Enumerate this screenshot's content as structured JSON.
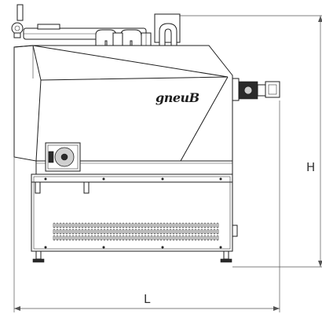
{
  "brand_logo": "gneuB",
  "dimensions": {
    "length_label": "L",
    "height_label": "H"
  }
}
